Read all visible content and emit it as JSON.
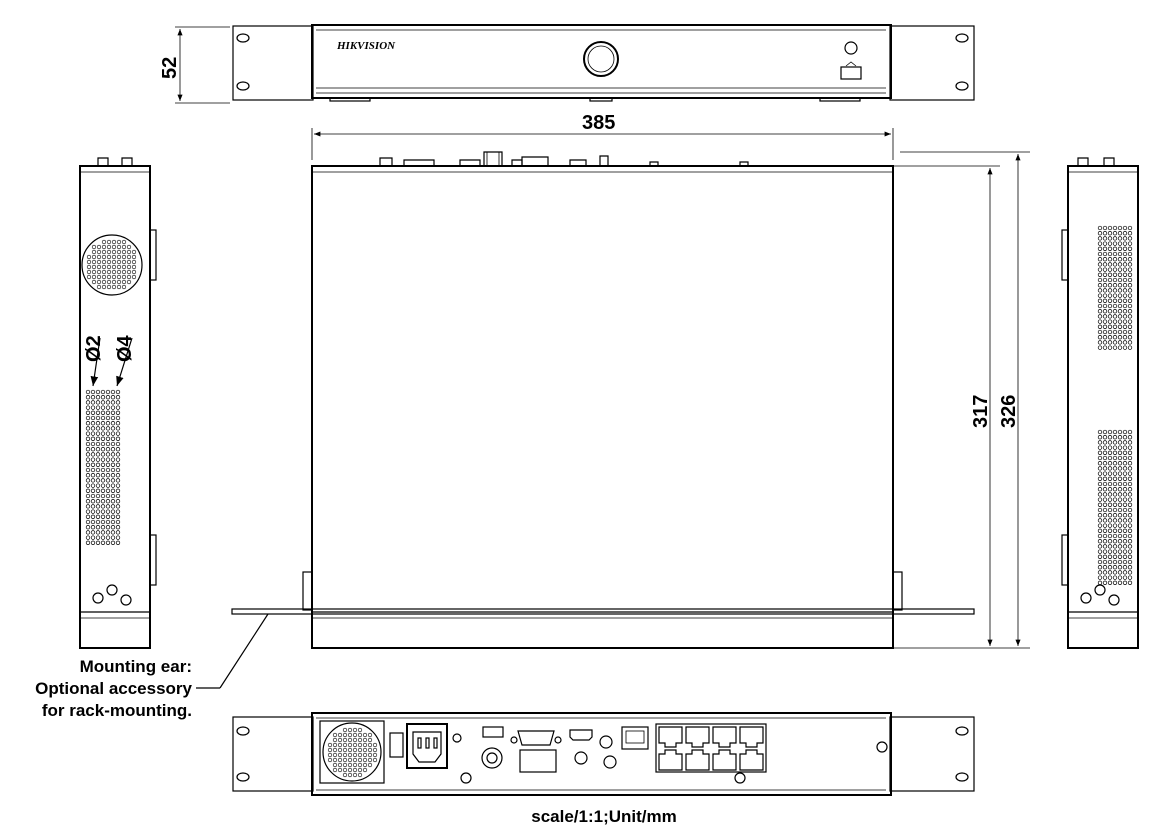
{
  "dimensions": {
    "height": "52",
    "width": "385",
    "depth_inner": "317",
    "depth_outer": "326",
    "hole_small": "Ø2",
    "hole_large": "Ø4"
  },
  "brand": "HIKVISION",
  "callout": {
    "line1": "Mounting ear:",
    "line2": "Optional accessory",
    "line3": "for rack-mounting."
  },
  "footer": "scale/1:1;Unit/mm"
}
